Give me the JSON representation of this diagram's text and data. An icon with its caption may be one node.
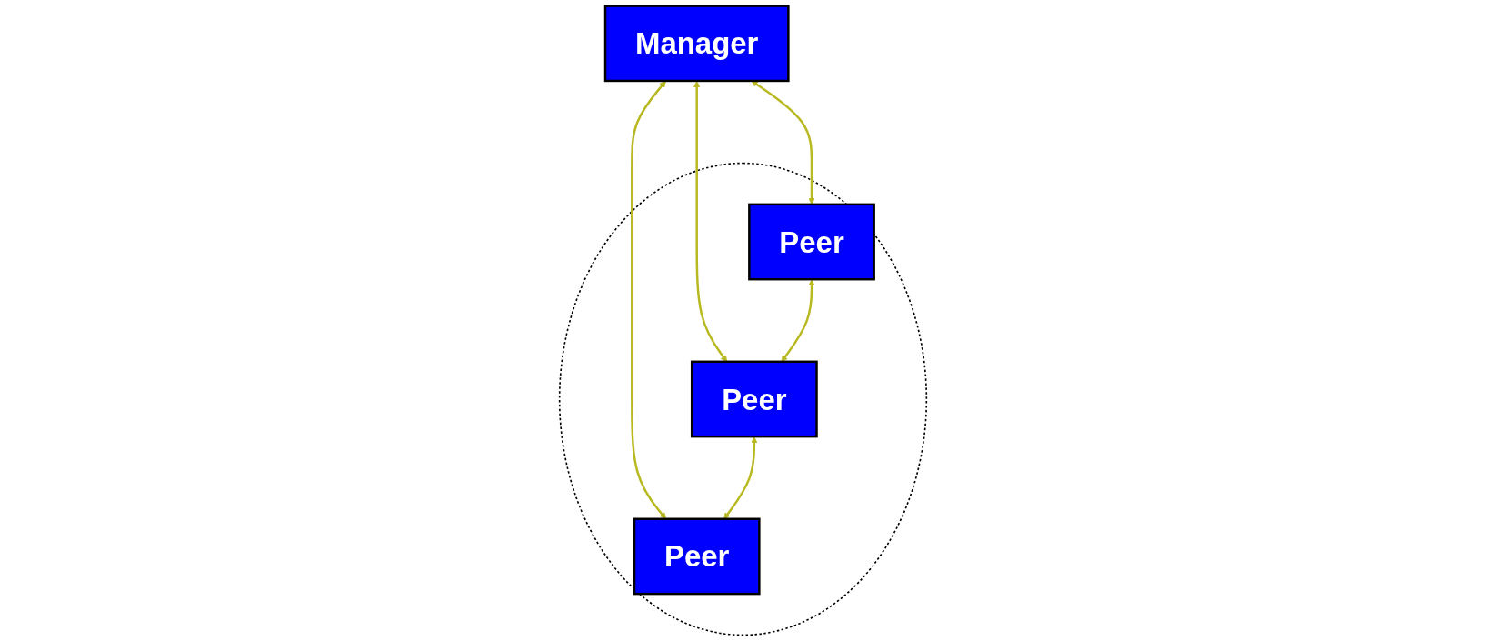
{
  "diagram": {
    "nodes": [
      {
        "text": [
          "Manager"
        ]
      },
      {
        "text": [],
        "shape": "ellipse"
      },
      {
        "text": [
          "Peer"
        ],
        "in": 1
      },
      {
        "text": [
          "Peer"
        ],
        "in": 1
      },
      {
        "text": [
          "Peer"
        ],
        "in": 1
      }
    ],
    "edges": [
      {
        "from": 0,
        "to": 2,
        "arrow": "both"
      },
      {
        "from": 0,
        "to": 3,
        "arrow": "both"
      },
      {
        "from": 0,
        "to": 4,
        "arrow": "both"
      },
      {
        "from": 2,
        "to": 3,
        "arrow": "both"
      },
      {
        "from": 3,
        "to": 4,
        "arrow": "both"
      }
    ]
  }
}
